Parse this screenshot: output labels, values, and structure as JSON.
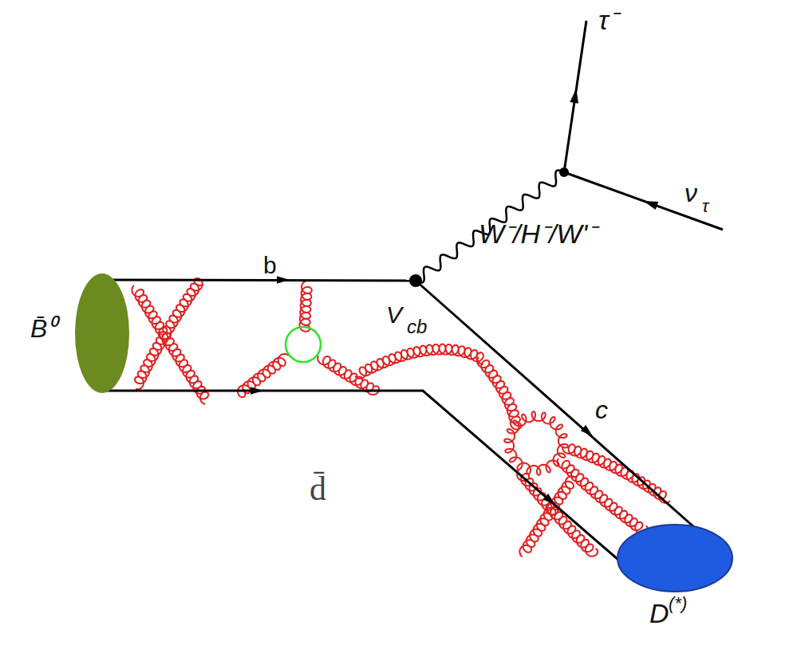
{
  "diagram": {
    "labels": [
      "τ⁻",
      "ν",
      "τ",
      "W⁻/H⁻/W'⁻",
      "b",
      "V",
      "cb",
      "c",
      "d̄",
      "B̄⁰",
      "D",
      "(*)"
    ]
  }
}
